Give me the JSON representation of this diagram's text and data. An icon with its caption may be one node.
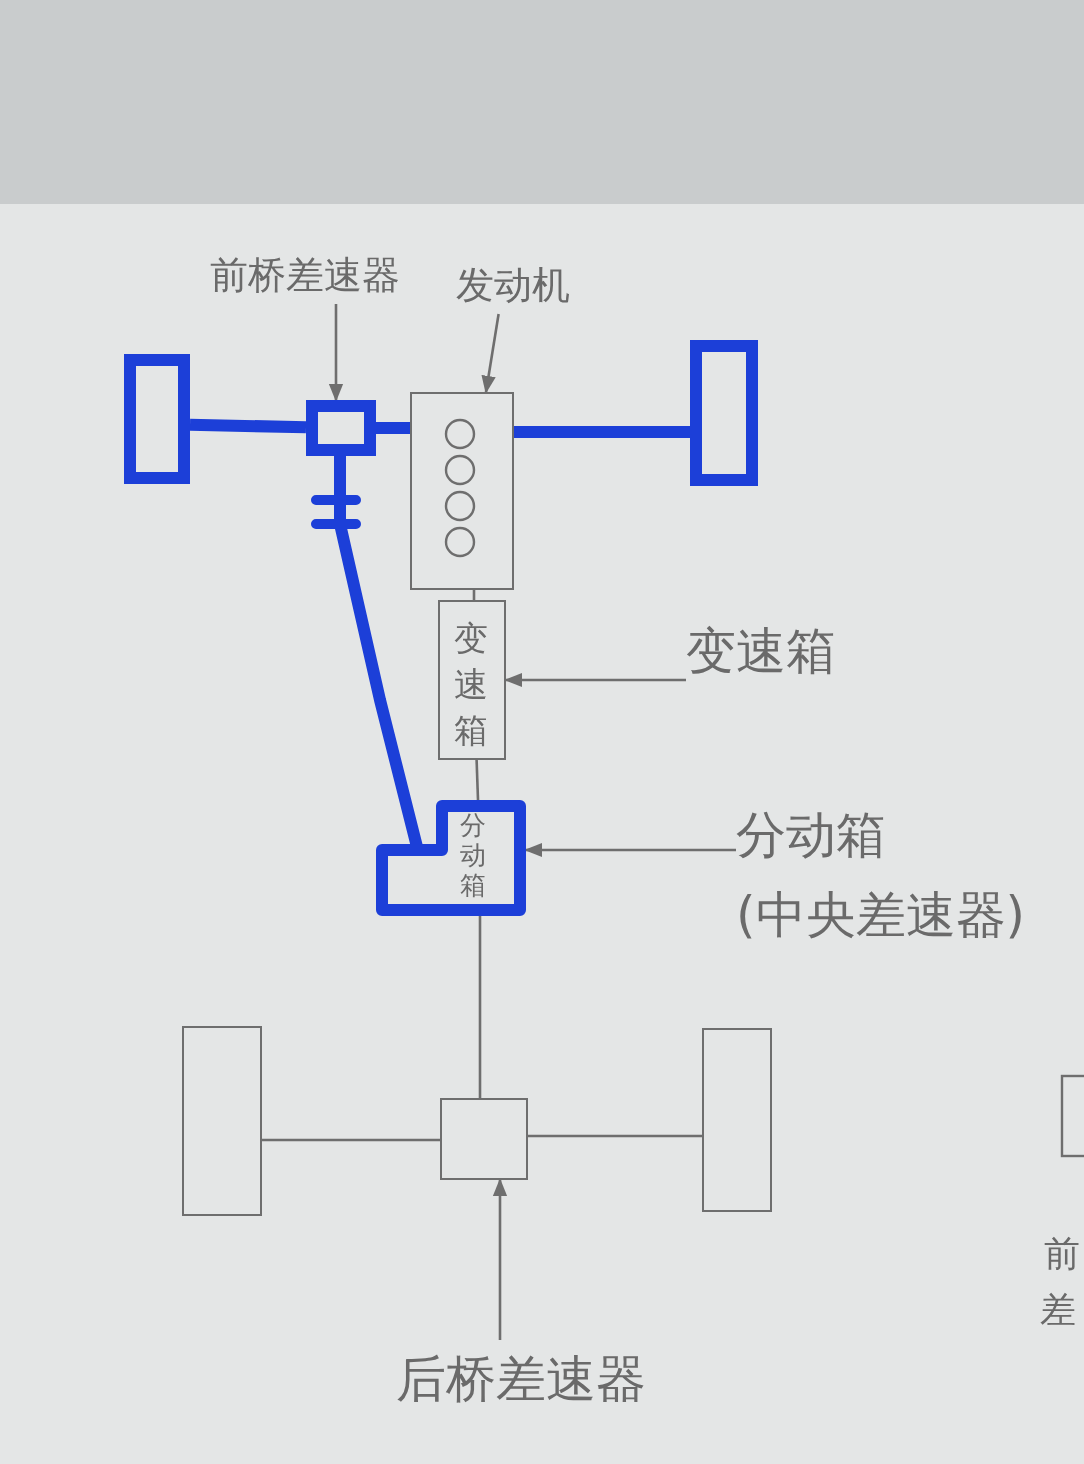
{
  "diagram": {
    "nodes": [
      {
        "text": [],
        "shape": "box"
      },
      {
        "text": [],
        "shape": "box"
      },
      {
        "text": [],
        "shape": "box"
      },
      {
        "text": [],
        "shape": "box"
      },
      {
        "text": [
          "变速箱"
        ]
      },
      {
        "text": [
          "分动箱"
        ]
      },
      {
        "text": [],
        "shape": "box"
      },
      {
        "text": [],
        "shape": "box"
      },
      {
        "text": [],
        "shape": "box"
      },
      {
        "text": [
          "前桥差速器"
        ]
      },
      {
        "text": [
          "发动机"
        ]
      },
      {
        "text": [
          "变速箱"
        ]
      },
      {
        "text": [
          "分动箱",
          "(中央差速器)"
        ]
      },
      {
        "text": [
          "后桥差速器"
        ]
      }
    ],
    "edges": [
      {
        "from": 0,
        "to": 1,
        "arrow": "none",
        "style": "thick",
        "color": "#1c3fd8"
      },
      {
        "from": 1,
        "to": 2,
        "arrow": "none",
        "style": "thick",
        "color": "#1c3fd8"
      },
      {
        "from": 2,
        "to": 3,
        "arrow": "none",
        "style": "thick",
        "color": "#1c3fd8"
      },
      {
        "from": 1,
        "to": 5,
        "arrow": "none",
        "style": "thick",
        "color": "#1c3fd8"
      },
      {
        "from": 2,
        "to": 4,
        "arrow": "none"
      },
      {
        "from": 4,
        "to": 5,
        "arrow": "none"
      },
      {
        "from": 5,
        "to": 7,
        "arrow": "none"
      },
      {
        "from": 6,
        "to": 7,
        "arrow": "none"
      },
      {
        "from": 7,
        "to": 8,
        "arrow": "none"
      },
      {
        "from": 9,
        "to": 1,
        "arrow": "to"
      },
      {
        "from": 10,
        "to": 2,
        "arrow": "to"
      },
      {
        "from": 11,
        "to": 4,
        "arrow": "to"
      },
      {
        "from": 12,
        "to": 5,
        "arrow": "to"
      },
      {
        "from": 13,
        "to": 7,
        "arrow": "to"
      }
    ],
    "labels": [
      "前",
      "差"
    ]
  }
}
